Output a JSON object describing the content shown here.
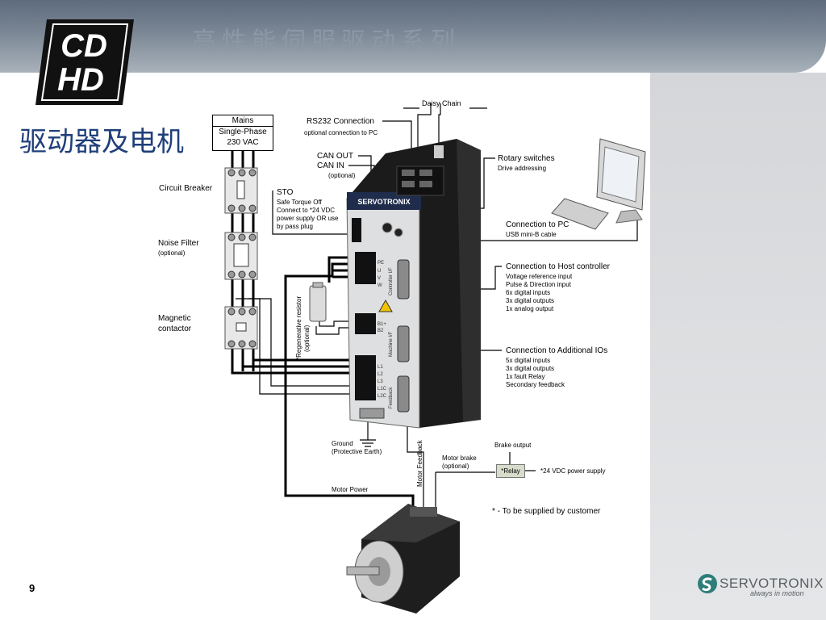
{
  "header": {
    "title": "高性能伺服驱动系列",
    "logo_text": [
      "CD",
      "HD"
    ]
  },
  "page": {
    "title": "驱动器及电机",
    "number": "9"
  },
  "brand": {
    "name": "SERVOTRONIX",
    "tagline": "always in motion"
  },
  "drive": {
    "brand": "SERVOTRONIX",
    "port_labels": [
      "PE",
      "U",
      "V",
      "W",
      "B1+",
      "B2",
      "L1",
      "L2",
      "L3",
      "L1C",
      "L2C"
    ],
    "connector_labels": [
      "Controller I/F",
      "Machine I/F",
      "Feedback"
    ]
  },
  "mains": {
    "title": "Mains",
    "line1": "Single-Phase",
    "line2": "230 VAC"
  },
  "labels": {
    "circuit_breaker": "Circuit Breaker",
    "noise_filter": "Noise Filter",
    "noise_filter_sub": "(optional)",
    "magnetic_contactor_1": "Magnetic",
    "magnetic_contactor_2": "contactor",
    "daisy_chain": "Daisy Chain",
    "rs232": "RS232 Connection",
    "rs232_sub": "optional connection to PC",
    "can_out": "CAN OUT",
    "can_in": "CAN IN",
    "can_sub": "(optional)",
    "sto": "STO",
    "sto_sub": [
      "Safe Torque Off",
      "Connect to *24 VDC",
      "power supply OR use",
      "by pass plug"
    ],
    "regen_1": "*Regenerative resistor",
    "regen_2": "(optional)",
    "rotary": "Rotary switches",
    "rotary_sub": "Drive addressing",
    "pc": "Connection to PC",
    "pc_sub": "USB mini-B cable",
    "host": "Connection to Host controller",
    "host_sub": [
      "Voltage reference input",
      "Pulse & Direction input",
      "6x digital inputs",
      "3x digital outputs",
      "1x analog output"
    ],
    "ios": "Connection to Additional IOs",
    "ios_sub": [
      "5x digital inputs",
      "3x digital outputs",
      "1x fault Relay",
      "Secondary feedback"
    ],
    "ground_1": "Ground",
    "ground_2": "(Protective Earth)",
    "motor_feedback": "Motor Feedback",
    "motor_power": "Motor Power",
    "brake_output": "Brake output",
    "motor_brake_1": "Motor brake",
    "motor_brake_2": "(optional)",
    "relay": "*Relay",
    "vdc": "*24 VDC power supply",
    "customer_note": "* - To be supplied by customer"
  },
  "colors": {
    "title_blue": "#1f3f7a",
    "header_grey": "#7b8795",
    "panel_grey": "#dcdee1",
    "relay_fill": "#d7dccb"
  }
}
